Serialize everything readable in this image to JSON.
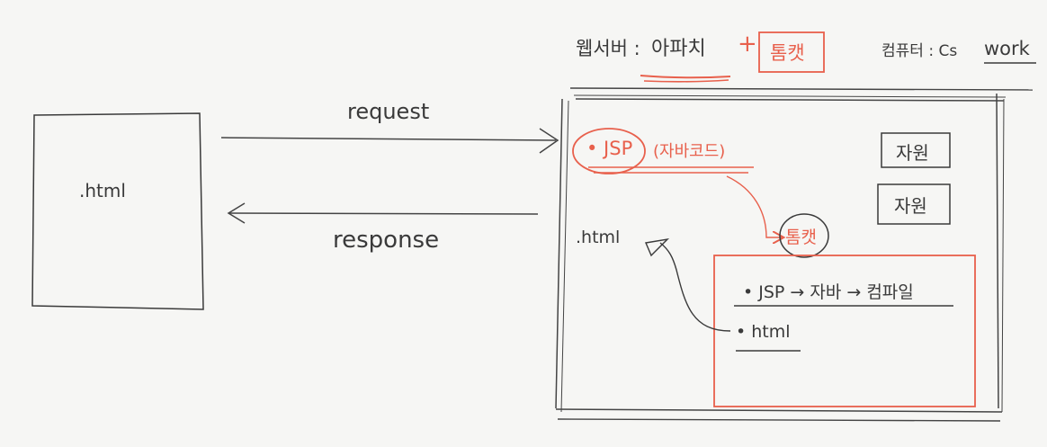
{
  "header": {
    "web_server_label": "웹서버 :",
    "apache_label": "아파치",
    "plus_sign": "+",
    "tomcat_label": "톰캣",
    "compute_label": "컴퓨터 : Cs",
    "work_label": "work"
  },
  "client": {
    "file_label": ".html"
  },
  "arrows": {
    "request_label": "request",
    "response_label": "response"
  },
  "server": {
    "jsp_label": "• JSP",
    "jsp_note": "(자바코드)",
    "resource_1": "자원",
    "resource_2": "자원",
    "html_label": ".html",
    "tomcat_bubble": "톰캣",
    "compile_flow": "• JSP → 자바 → 컴파일",
    "html_result": "• html"
  },
  "colors": {
    "ink": "#3a3a3a",
    "accent": "#e8604c",
    "background": "#f6f6f4"
  }
}
